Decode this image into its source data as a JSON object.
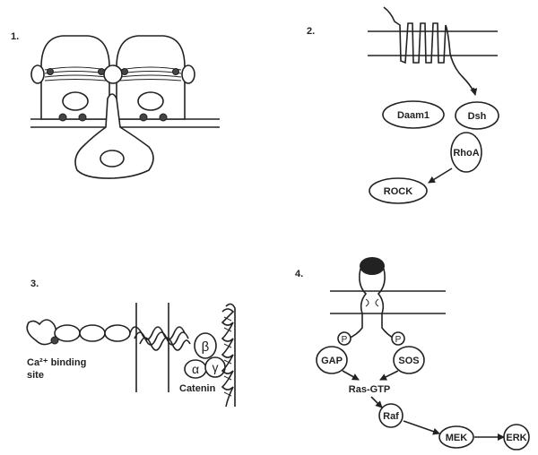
{
  "panels": [
    {
      "number": "1."
    },
    {
      "number": "2.",
      "labels": {
        "daam1": "Daam1",
        "dsh": "Dsh",
        "rhoa": "RhoA",
        "rock": "ROCK"
      }
    },
    {
      "number": "3.",
      "labels": {
        "ca_binding": "Ca²⁺ binding",
        "site": "site",
        "beta": "β",
        "alpha": "α",
        "gamma": "γ",
        "catenin": "Catenin"
      }
    },
    {
      "number": "4.",
      "labels": {
        "p_left": "P",
        "p_right": "P",
        "gap": "GAP",
        "sos": "SOS",
        "ras_gtp": "Ras-GTP",
        "raf": "Raf",
        "mek": "MEK",
        "erk": "ERK"
      }
    }
  ]
}
